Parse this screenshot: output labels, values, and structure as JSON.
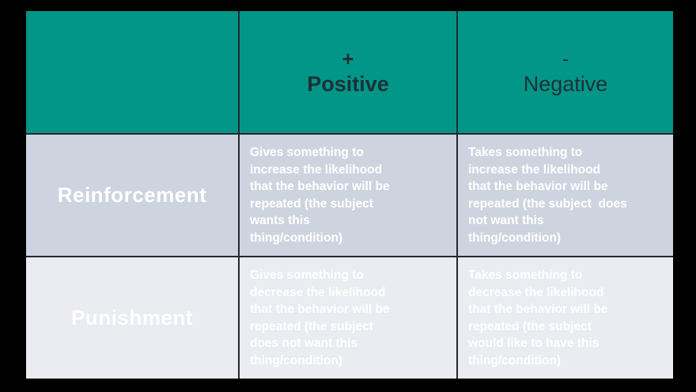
{
  "table": {
    "header": {
      "corner": "",
      "positive": {
        "symbol": "+",
        "label": "Positive"
      },
      "negative": {
        "symbol": "-",
        "label": "Negative"
      }
    },
    "rows": [
      {
        "label": "Reinforcement",
        "positive": "Gives something to\nincrease the likelihood\nthat the behavior will be\nrepeated (the subject\nwants this\nthing/condition)",
        "negative": "Takes something to\nincrease the likelihood\nthat the behavior will be\nrepeated (the subject  does\nnot want this\nthing/condition)"
      },
      {
        "label": "Punishment",
        "positive": "Gives something to\ndecrease the likelihood\nthat the behavior will be\nrepeated (the subject\ndoes not want this\nthing/condition)",
        "negative": "Takes something to\ndecrease the likelihood\nthat the behavior will be\nrepeated (the subject\nwould like to have this\nthing/condition)"
      }
    ],
    "colors": {
      "canvas_bg": "#000000",
      "header_bg": "#019687",
      "header_text": "#1e3037",
      "row1_bg": "#ced4df",
      "row2_bg": "#eaecf1",
      "body_text": "#ffffff",
      "grid_line": "#24282d"
    }
  }
}
